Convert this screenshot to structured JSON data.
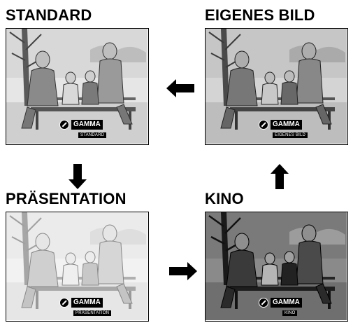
{
  "panels": {
    "standard": {
      "title": "STANDARD",
      "gamma_label": "GAMMA",
      "mode_label": "STANDARD"
    },
    "eigenes": {
      "title": "EIGENES BILD",
      "gamma_label": "GAMMA",
      "mode_label": "EIGENES BILD"
    },
    "praesentation": {
      "title": "PRÄSENTATION",
      "gamma_label": "GAMMA",
      "mode_label": "PRÄSENTATION"
    },
    "kino": {
      "title": "KINO",
      "gamma_label": "GAMMA",
      "mode_label": "KINO"
    }
  },
  "colors": {
    "ink": "#000000",
    "paper": "#ffffff"
  },
  "icons": {
    "arrow": "solid-arrow",
    "gamma": "gamma-icon"
  }
}
